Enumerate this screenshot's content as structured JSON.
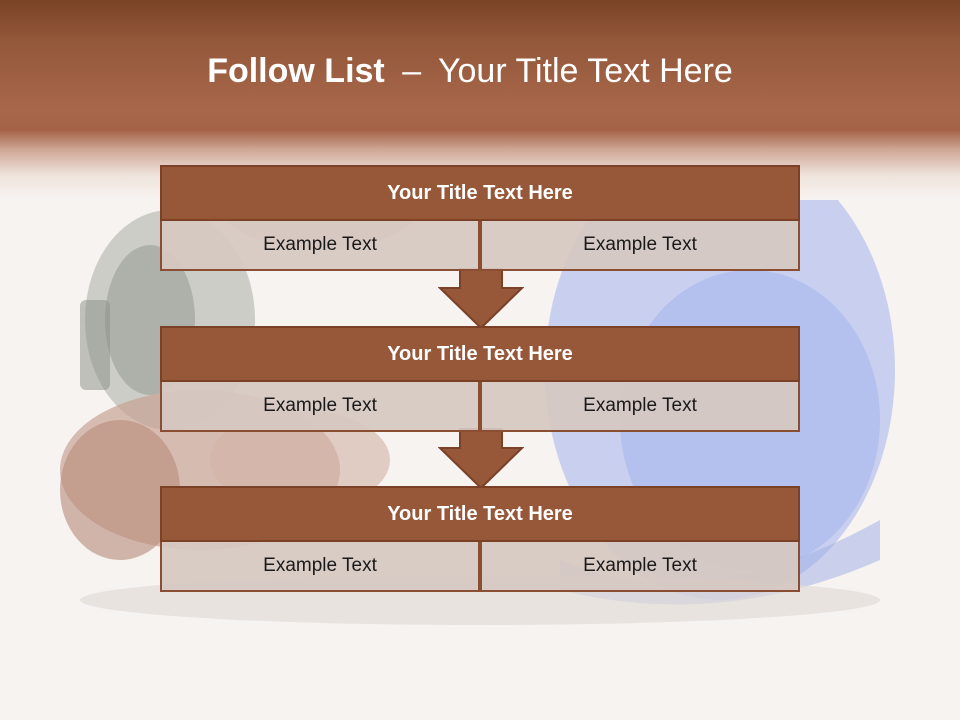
{
  "title": {
    "bold": "Follow List",
    "dash": "–",
    "rest": "Your Title Text Here"
  },
  "blocks": [
    {
      "title": "Your Title Text Here",
      "left": "Example Text",
      "right": "Example Text"
    },
    {
      "title": "Your Title Text Here",
      "left": "Example Text",
      "right": "Example Text"
    },
    {
      "title": "Your Title Text Here",
      "left": "Example Text",
      "right": "Example Text"
    }
  ],
  "colors": {
    "header": "#93573a",
    "box_title": "#97583a",
    "box_cell": "#d6c8c2",
    "arrow": "#97583a"
  },
  "icons": [
    "down-arrow-icon",
    "down-arrow-icon"
  ]
}
